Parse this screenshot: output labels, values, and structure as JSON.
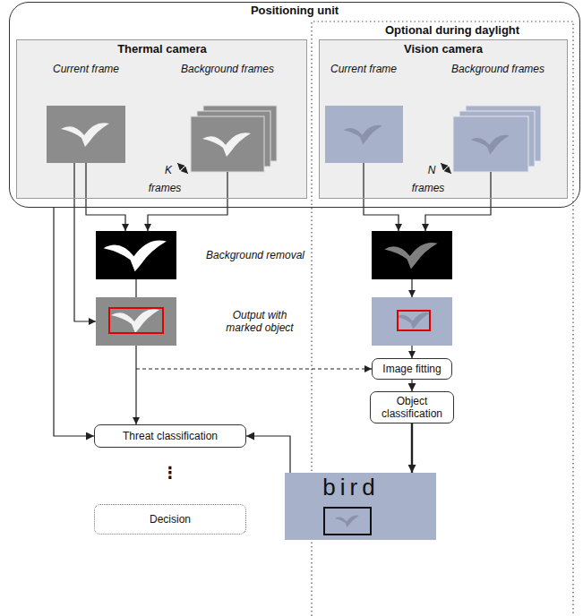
{
  "diagram": {
    "nodes": [
      {
        "text": [
          "Positioning unit"
        ]
      },
      {
        "text": [
          "Thermal camera",
          "Current frame",
          "Background frames",
          "K",
          "frames"
        ],
        "in": 0
      },
      {
        "text": [
          "Vision camera",
          "Current frame",
          "Background frames",
          "N",
          "frames"
        ],
        "in": 0
      },
      {
        "text": [
          "Image fitting"
        ]
      },
      {
        "text": [
          "Object classification"
        ]
      },
      {
        "text": [
          "Threat classification"
        ]
      },
      {
        "text": [
          "bird"
        ]
      },
      {
        "text": [
          "Decision"
        ]
      }
    ],
    "edges": [
      {
        "from": 0,
        "to": 5,
        "arrow": "to"
      },
      {
        "from": 3,
        "to": 4,
        "arrow": "to"
      },
      {
        "from": 4,
        "to": 6,
        "arrow": "to"
      },
      {
        "from": 6,
        "to": 5,
        "arrow": "to"
      }
    ],
    "labels": [
      "Optional during daylight",
      "Background removal",
      "Output with marked object",
      "⋮"
    ]
  }
}
